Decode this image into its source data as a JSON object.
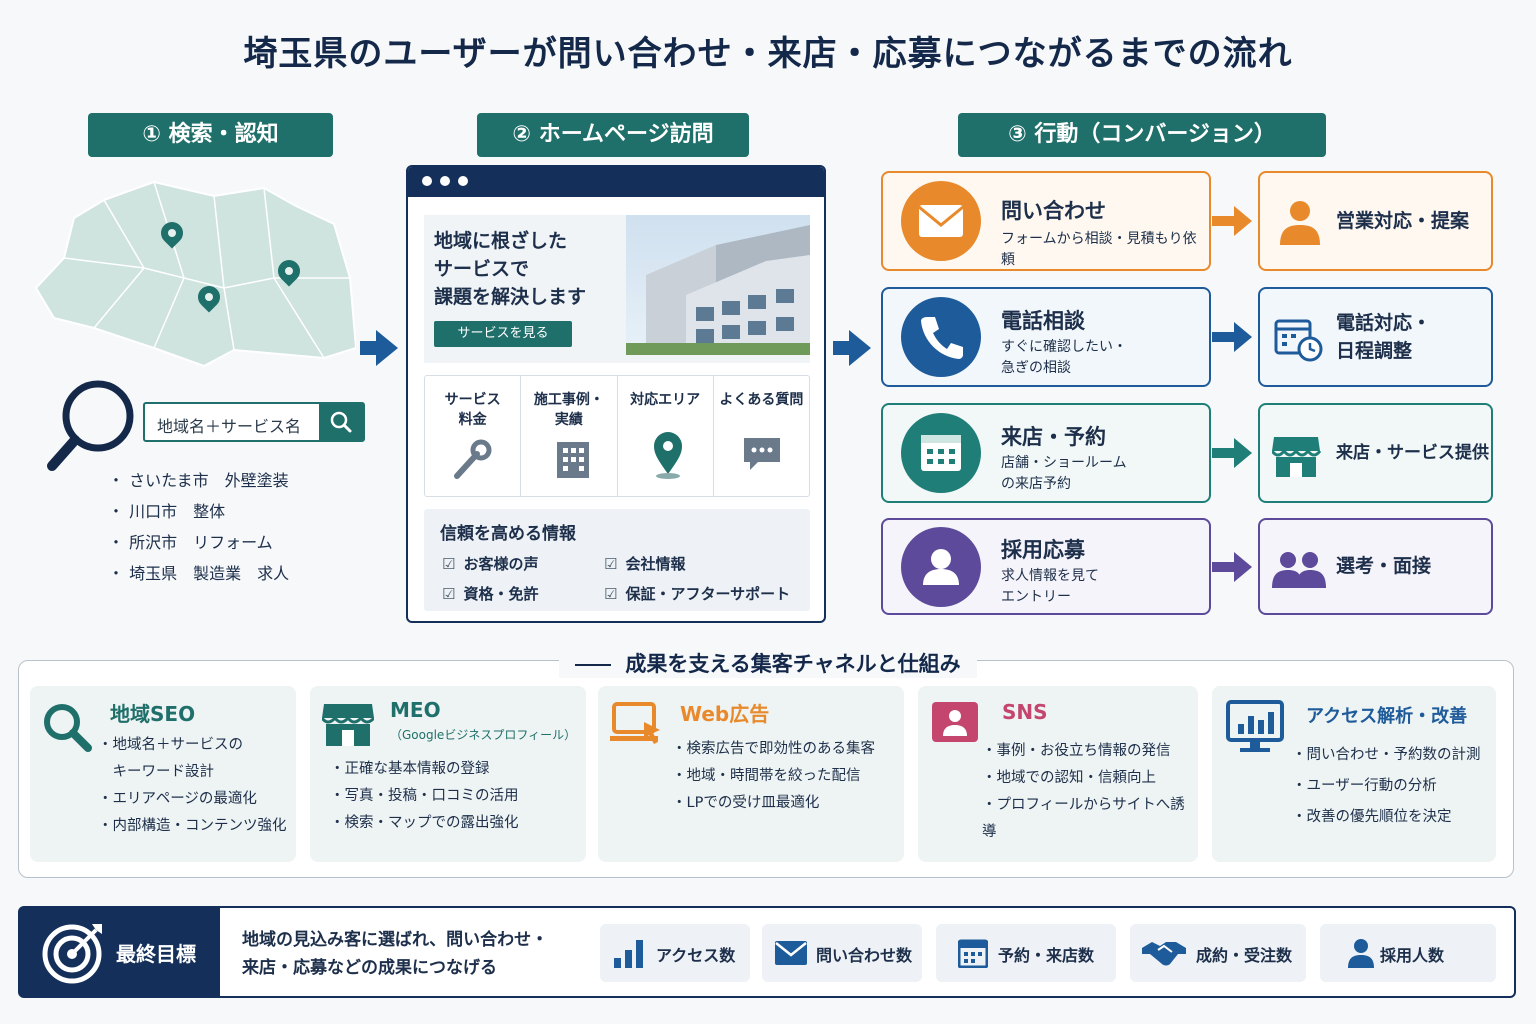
{
  "title": "埼玉県のユーザーが問い合わせ・来店・応募につながるまでの流れ",
  "steps": [
    {
      "label": "① 検索・認知"
    },
    {
      "label": "② ホームページ訪問"
    },
    {
      "label": "③ 行動（コンバージョン）"
    }
  ],
  "search": {
    "query": "地域名＋サービス名",
    "keywords": [
      "さいたま市　外壁塗装",
      "川口市　整体",
      "所沢市　リフォーム",
      "埼玉県　製造業　求人"
    ]
  },
  "website": {
    "hero_line1": "地域に根ざした",
    "hero_line2": "サービスで",
    "hero_line3": "課題を解決します",
    "hero_button": "サービスを見る",
    "menu": [
      {
        "line1": "サービス",
        "line2": "料金",
        "icon": "wrench-icon"
      },
      {
        "line1": "施工事例・",
        "line2": "実績",
        "icon": "building-icon"
      },
      {
        "line1": "対応エリア",
        "line2": "",
        "icon": "map-pin-icon"
      },
      {
        "line1": "よくある質問",
        "line2": "",
        "icon": "chat-icon"
      }
    ],
    "trust_title": "信頼を高める情報",
    "trust_items": [
      "お客様の声",
      "会社情報",
      "資格・免許",
      "保証・アフターサポート"
    ]
  },
  "actions": [
    {
      "title": "問い合わせ",
      "sub1": "フォームから相談・見積もり依頼",
      "sub2": "",
      "icon": "mail-icon",
      "color": "#e8892b",
      "result": "営業対応・提案",
      "result_icon": "person-icon"
    },
    {
      "title": "電話相談",
      "sub1": "すぐに確認したい・",
      "sub2": "急ぎの相談",
      "icon": "phone-icon",
      "color": "#1e5b9a",
      "result": "電話対応・",
      "result2": "日程調整",
      "result_icon": "calendar-clock-icon"
    },
    {
      "title": "来店・予約",
      "sub1": "店舗・ショールーム",
      "sub2": "の来店予約",
      "icon": "calendar-icon",
      "color": "#1f7f78",
      "result": "来店・サービス提供",
      "result_icon": "shop-icon"
    },
    {
      "title": "採用応募",
      "sub1": "求人情報を見て",
      "sub2": "エントリー",
      "icon": "user-icon",
      "color": "#5d4a9a",
      "result": "選考・面接",
      "result_icon": "people-icon"
    }
  ],
  "channels_title": "成果を支える集客チャネルと仕組み",
  "channels": [
    {
      "name": "地域SEO",
      "sub": "",
      "color": "#1f6f6a",
      "icon": "search-icon",
      "bullets": [
        "・地域名＋サービスの",
        "　キーワード設計",
        "・エリアページの最適化",
        "・内部構造・コンテンツ強化"
      ]
    },
    {
      "name": "MEO",
      "sub": "（Googleビジネスプロフィール）",
      "color": "#1f6f6a",
      "icon": "store-icon",
      "bullets": [
        "・正確な基本情報の登録",
        "・写真・投稿・口コミの活用",
        "・検索・マップでの露出強化"
      ]
    },
    {
      "name": "Web広告",
      "sub": "",
      "color": "#e8892b",
      "icon": "ad-icon",
      "bullets": [
        "・検索広告で即効性のある集客",
        "・地域・時間帯を絞った配信",
        "・LPでの受け皿最適化"
      ]
    },
    {
      "name": "SNS",
      "sub": "",
      "color": "#c4456e",
      "icon": "sns-icon",
      "bullets": [
        "・事例・お役立ち情報の発信",
        "・地域での認知・信頼向上",
        "・プロフィールからサイトへ誘導"
      ]
    },
    {
      "name": "アクセス解析・改善",
      "sub": "",
      "color": "#1e5b9a",
      "icon": "analytics-icon",
      "bullets": [
        "・問い合わせ・予約数の計測",
        "・ユーザー行動の分析",
        "・改善の優先順位を決定"
      ]
    }
  ],
  "goal": {
    "label": "最終目標",
    "text1": "地域の見込み客に選ばれ、問い合わせ・",
    "text2": "来店・応募などの成果につなげる",
    "kpis": [
      "アクセス数",
      "問い合わせ数",
      "予約・来店数",
      "成約・受注数",
      "採用人数"
    ]
  }
}
